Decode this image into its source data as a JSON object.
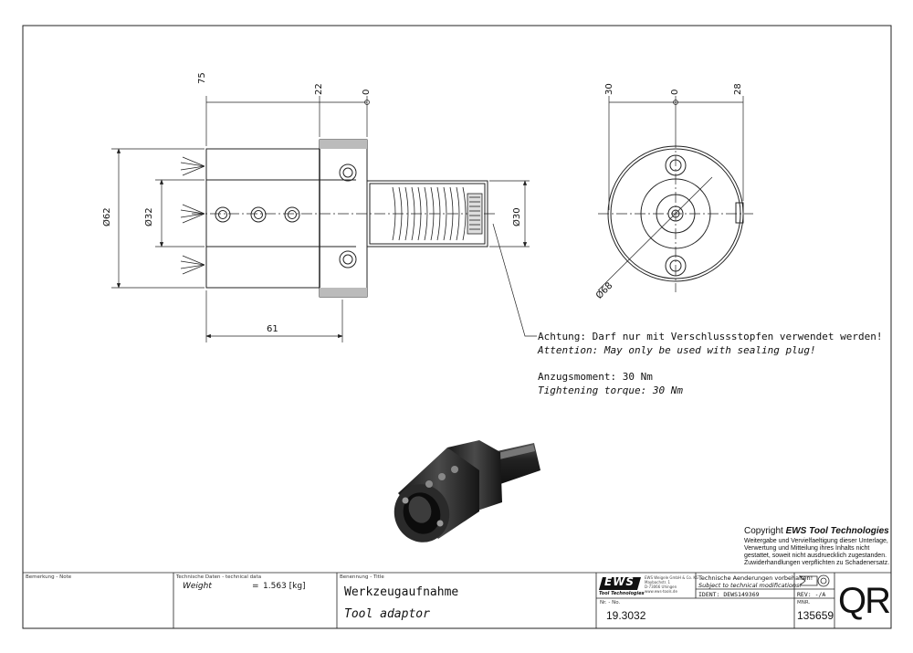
{
  "drawing": {
    "dims_front": {
      "d75": "75",
      "d22": "22",
      "d0": "0",
      "dia62": "Ø62",
      "dia32": "Ø32",
      "dia30": "Ø30",
      "d61": "61"
    },
    "dims_side": {
      "d30": "30",
      "d0": "0",
      "d28": "28",
      "dia68": "Ø68"
    }
  },
  "notes": {
    "warning_de": "Achtung: Darf nur mit Verschlussstopfen verwendet werden!",
    "warning_en": "Attention: May only be used with sealing plug!",
    "torque_de": "Anzugsmoment: 30 Nm",
    "torque_en": "Tightening torque: 30 Nm"
  },
  "copyright": {
    "title_prefix": "Copyright ",
    "title_brand": "EWS Tool Technologies",
    "lines": [
      "Weitergabe und Vervielfaeltigung dieser Unterlage,",
      "Verwertung und Mitteilung ihres Inhalts nicht",
      "gestattet, soweit nicht ausdruecklich zugestanden.",
      "Zuwiderhandlungen verpflichten zu Schadenersatz."
    ]
  },
  "titleblock": {
    "remark_label": "Bemerkung - Note",
    "techdata_label": "Technische Daten - technical data",
    "weight_label": "Weight",
    "weight_eq": "=",
    "weight_value": "1.563 [kg]",
    "title_label": "Benennung - Title",
    "title_de": "Werkzeugaufnahme",
    "title_en": "Tool adaptor",
    "logo_text": "EWS",
    "logo_sub": "Tool Technologies",
    "company_lines": [
      "EWS Weigele GmbH & Co. KG",
      "Maybachstr. 1",
      "D-73066 Uhingen",
      "www.ews-tools.de"
    ],
    "number_label": "Nr. - No.",
    "number_value": "19.3032",
    "changes_de": "Technische Aenderungen vorbehalten!",
    "changes_en": "Subject to technical modifications!",
    "ident": "IDENT:  DEWS149369",
    "rev": "REV:  -/A",
    "mnr_label": "MNR.",
    "mnr_value": "135659",
    "qr": "QR"
  }
}
